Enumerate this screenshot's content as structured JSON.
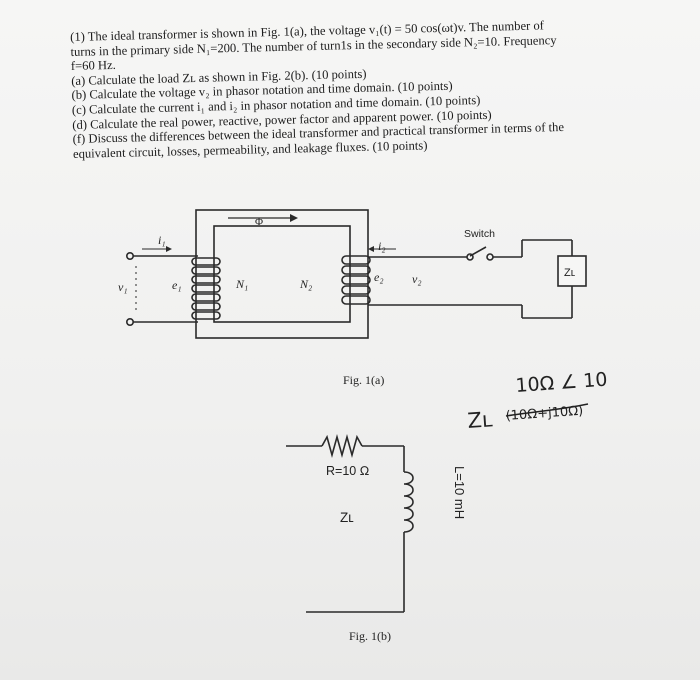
{
  "problem": {
    "intro_l1": "(1) The ideal transformer is shown in Fig. 1(a), the voltage v₁(t) = 50 cos(ωt)v. The number of",
    "intro_l2": "turns in the primary side N₁=200. The number of turn1s in the secondary side N₂=10. Frequency",
    "intro_l3": "f=60 Hz.",
    "items": [
      "(a) Calculate the load Zʟ as shown in Fig. 2(b). (10 points)",
      "(b) Calculate the voltage v₂ in phasor notation and time domain. (10 points)",
      "(c) Calculate the current i₁ and i₂ in phasor notation and time domain. (10 points)",
      "(d) Calculate the real power, reactive, power factor and apparent power. (10 points)",
      "(f) Discuss the differences between the ideal transformer and practical transformer in terms of the",
      "equivalent circuit, losses, permeability, and leakage fluxes. (10 points)"
    ]
  },
  "fig_a": {
    "flux": "Φ",
    "i1": "i₁",
    "i2": "i₂",
    "v1": "v₁",
    "e1": "e₁",
    "N1": "N₁",
    "N2": "N₂",
    "e2": "e₂",
    "v2": "v₂",
    "switch": "Switch",
    "ZL": "Zʟ",
    "caption": "Fig. 1(a)"
  },
  "handwritten": {
    "line1": "10Ω ∠ 10",
    "line2_prefix": "Zʟ",
    "line2_struck": "(10Ω+j10Ω)"
  },
  "fig_b": {
    "R": "R=10 Ω",
    "ZL": "Zʟ",
    "L": "L=10 mH",
    "caption": "Fig. 1(b)"
  }
}
